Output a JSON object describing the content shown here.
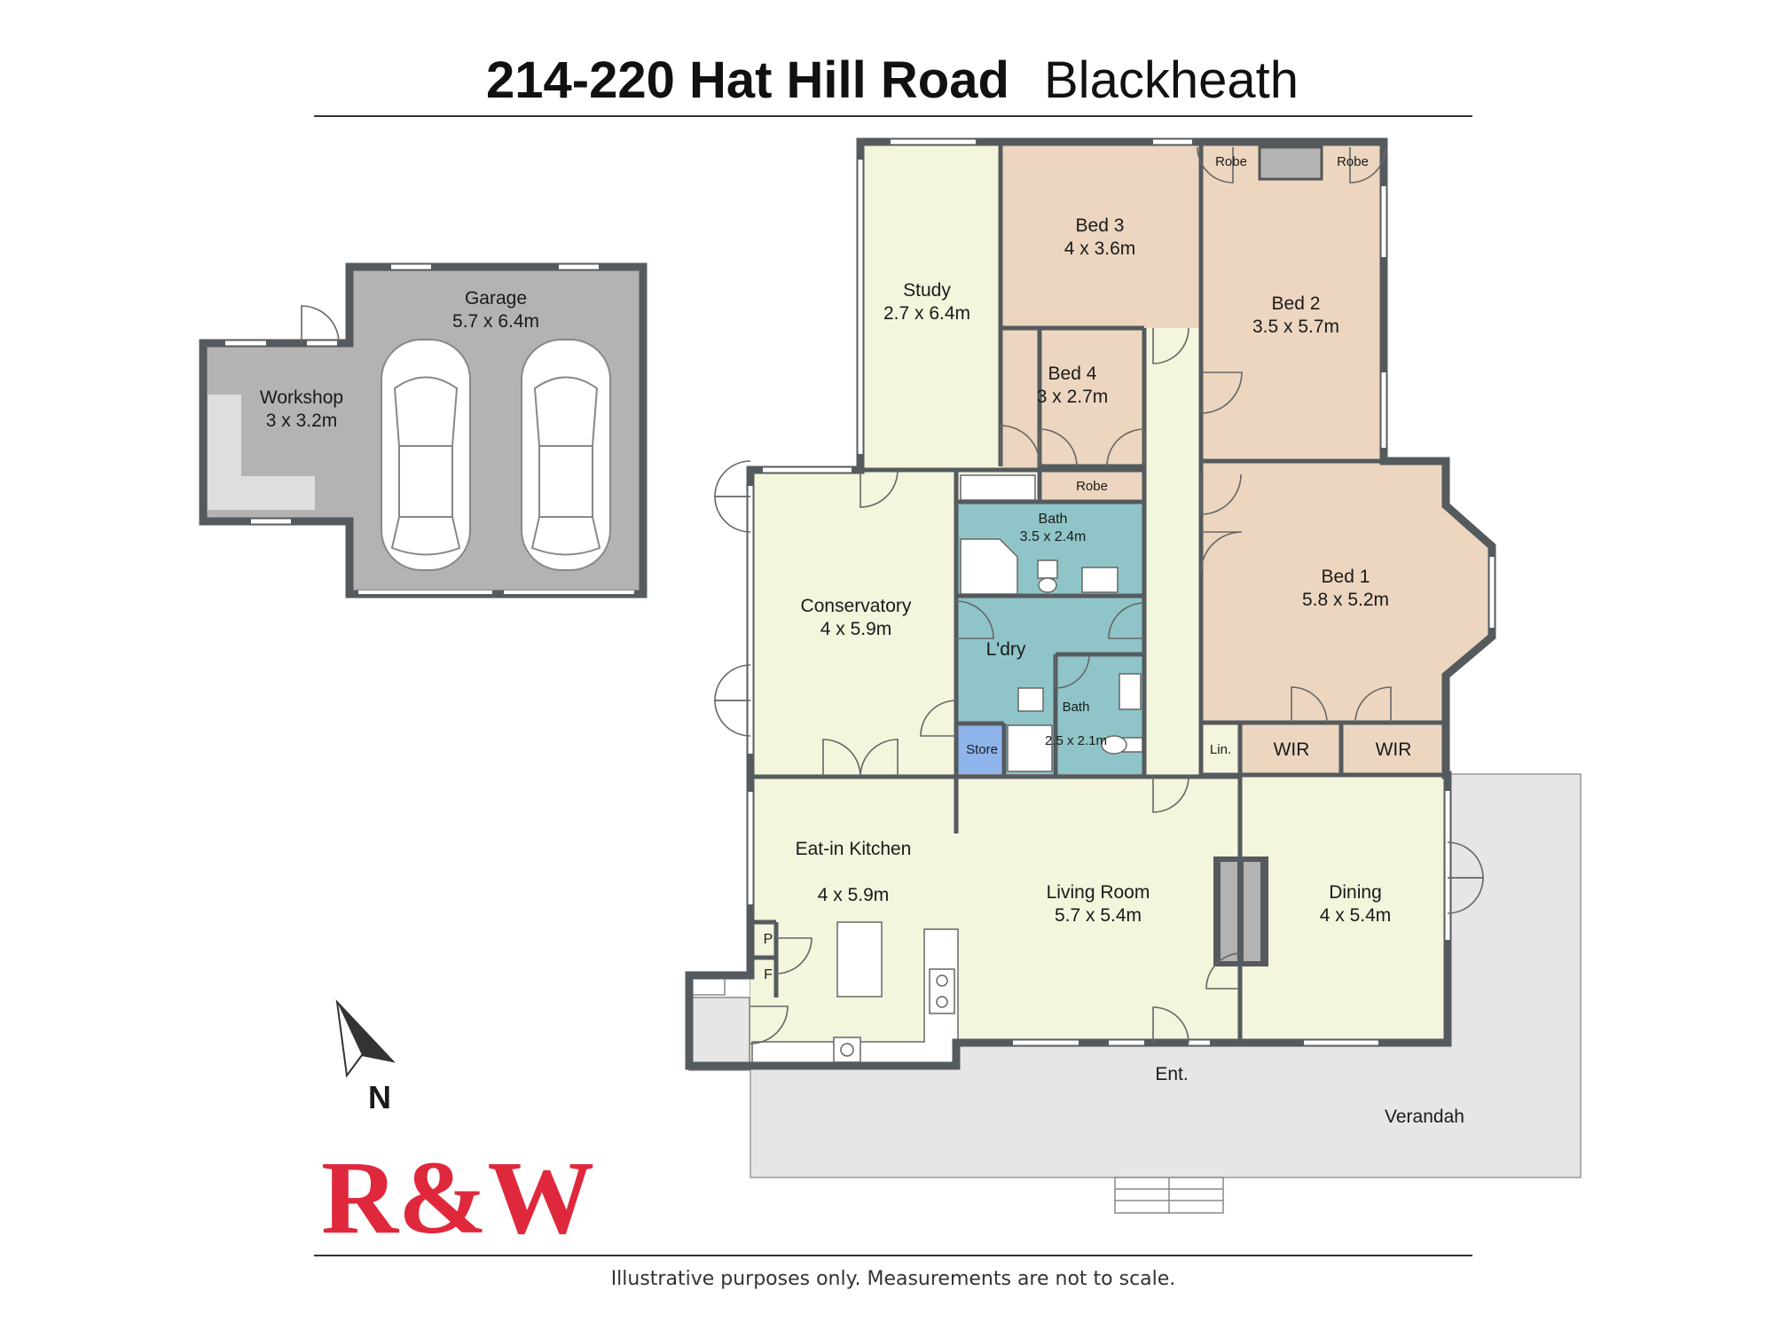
{
  "header": {
    "address": "214-220 Hat Hill Road",
    "suburb": "Blackheath"
  },
  "rooms": [
    {
      "name": "Garage",
      "dims": "5.7 x 6.4m"
    },
    {
      "name": "Workshop",
      "dims": "3 x 3.2m"
    },
    {
      "name": "Study",
      "dims": "2.7 x 6.4m"
    },
    {
      "name": "Bed 3",
      "dims": "4 x 3.6m"
    },
    {
      "name": "Bed 2",
      "dims": "3.5 x 5.7m"
    },
    {
      "name": "Bed 4",
      "dims": "3 x 2.7m"
    },
    {
      "name": "Bath",
      "dims": "3.5 x 2.4m"
    },
    {
      "name": "Conservatory",
      "dims": "4 x 5.9m"
    },
    {
      "name": "Bed 1",
      "dims": "5.8 x 5.2m"
    },
    {
      "name": "L'dry",
      "dims": ""
    },
    {
      "name": "Bath",
      "dims": "2.5 x 2.1m"
    },
    {
      "name": "Eat-in Kitchen",
      "dims": "4 x 5.9m"
    },
    {
      "name": "Living Room",
      "dims": "5.7 x 5.4m"
    },
    {
      "name": "Dining",
      "dims": "4 x 5.4m"
    }
  ],
  "small_labels": {
    "robe_1": "Robe",
    "robe_2": "Robe",
    "robe_3": "Robe",
    "store": "Store",
    "linen": "Lin.",
    "wir_1": "WIR",
    "wir_2": "WIR",
    "pantry": "P",
    "fridge": "F",
    "entry": "Ent.",
    "verandah": "Verandah"
  },
  "compass": {
    "label": "N"
  },
  "logo": {
    "text": "R&W"
  },
  "footer": {
    "disclaimer": "Illustrative purposes only. Measurements are not to scale."
  },
  "colors": {
    "garage": "#b3b3b3",
    "living": "#f3f5dc",
    "bedroom": "#ecd6bf",
    "wet_area": "#8fc5c8",
    "store": "#8fb5ec",
    "verandah": "#e6e6e6",
    "wall": "#555a5e",
    "logo": "#e0283c"
  }
}
